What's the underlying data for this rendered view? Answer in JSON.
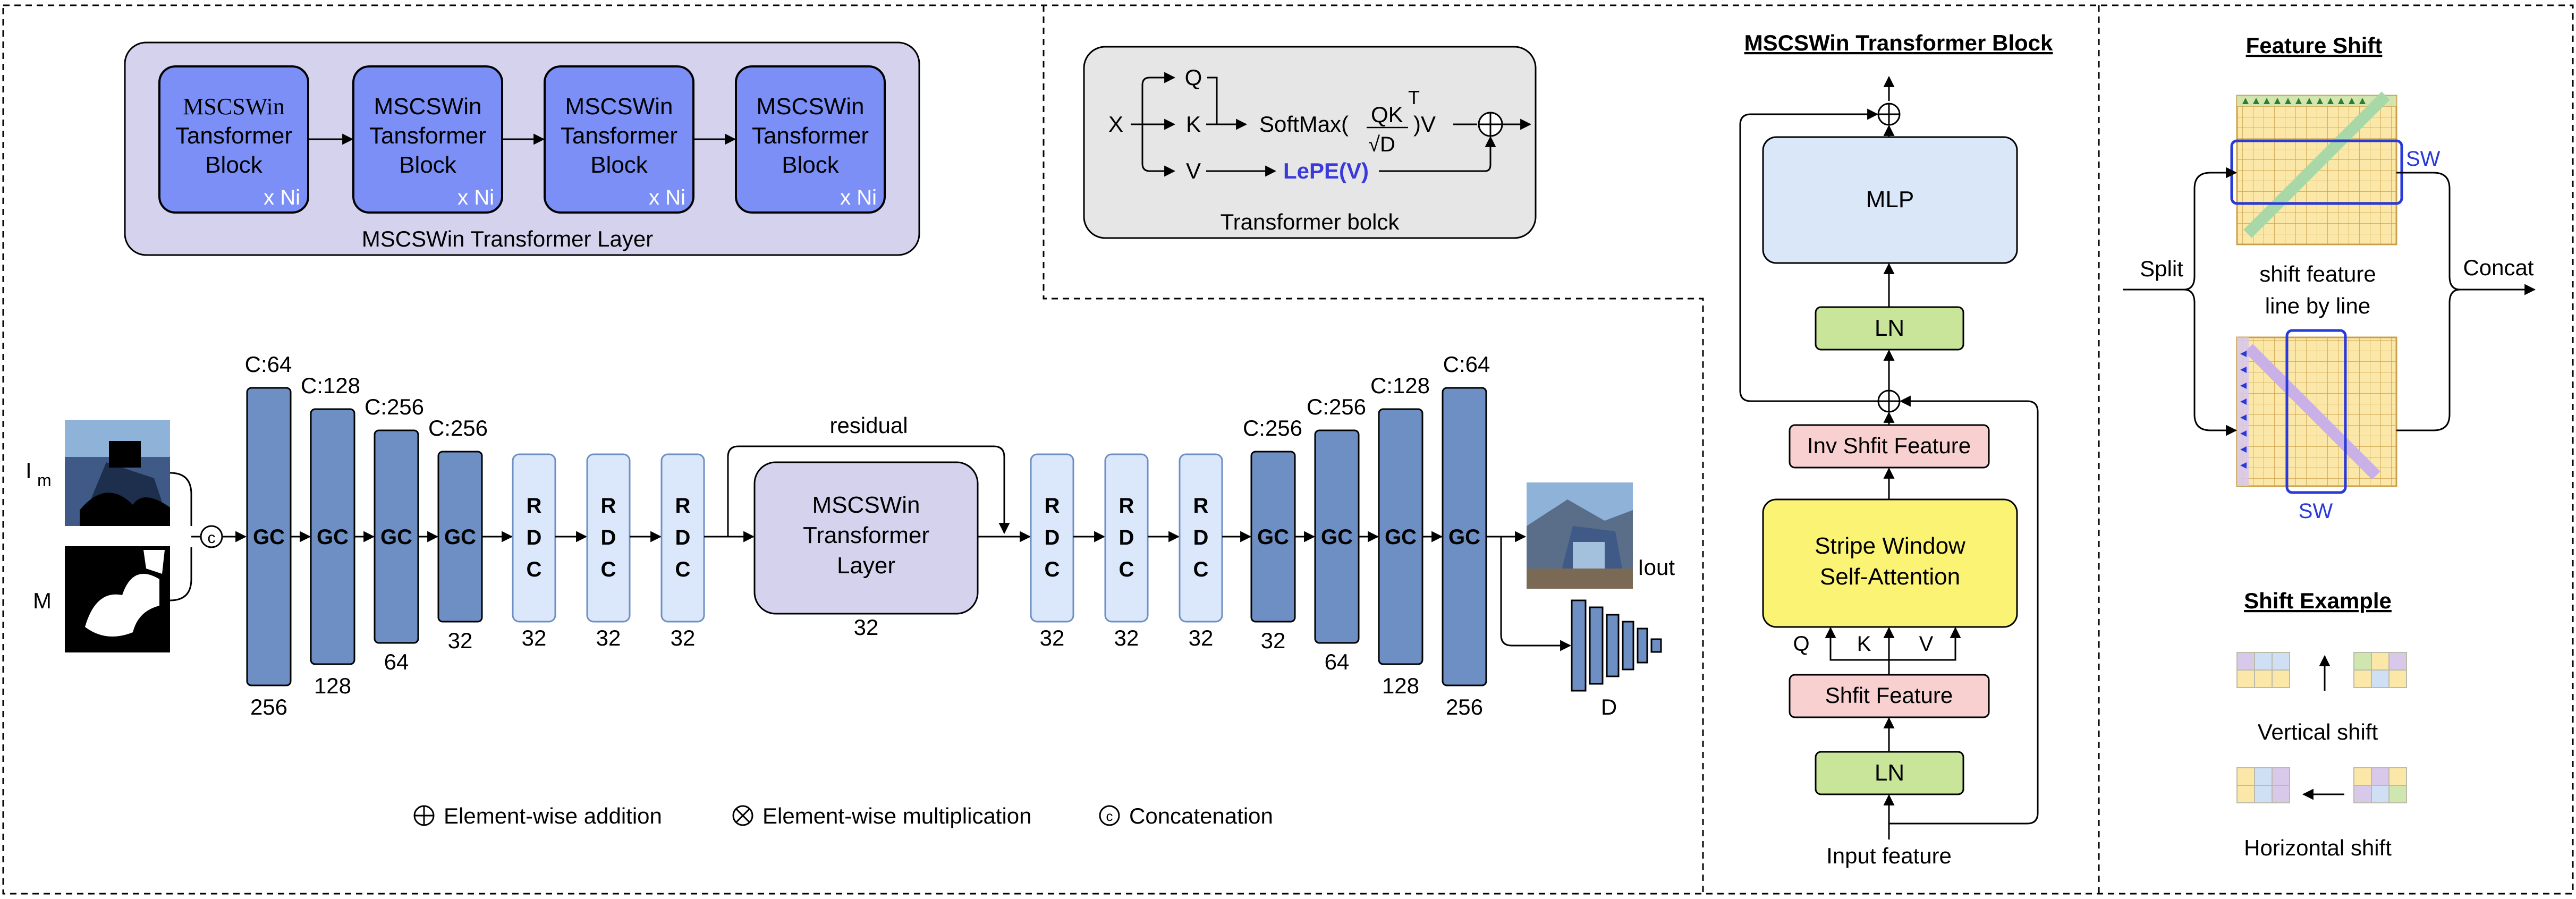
{
  "layer_panel": {
    "caption": "MSCSWin Transformer Layer",
    "blocks": [
      {
        "line1": "MSCSWin",
        "line2": "Tansformer",
        "line3": "Block",
        "repeat": "x Ni"
      },
      {
        "line1": "MSCSWin",
        "line2": "Tansformer",
        "line3": "Block",
        "repeat": "x Ni"
      },
      {
        "line1": "MSCSWin",
        "line2": "Tansformer",
        "line3": "Block",
        "repeat": "x Ni"
      },
      {
        "line1": "MSCSWin",
        "line2": "Tansformer",
        "line3": "Block",
        "repeat": "x Ni"
      }
    ]
  },
  "attention_panel": {
    "caption": "Transformer bolck",
    "x": "X",
    "q": "Q",
    "k": "K",
    "v": "V",
    "softmax_prefix": "SoftMax(",
    "qk": "QK",
    "sup_t": "T",
    "sqrt_d": "√D",
    "softmax_suffix": ")V",
    "lepe": "LePE(V)",
    "lepe_color": "#3a3adb"
  },
  "network": {
    "input_image_label": "I",
    "input_image_sub": "m",
    "mask_label": "M",
    "concat_symbol": "c",
    "encoder": [
      {
        "label": "GC",
        "channels": "C:64",
        "size": "256"
      },
      {
        "label": "GC",
        "channels": "C:128",
        "size": "128"
      },
      {
        "label": "GC",
        "channels": "C:256",
        "size": "64"
      },
      {
        "label": "GC",
        "channels": "C:256",
        "size": "32"
      }
    ],
    "rdc_before": [
      {
        "l1": "R",
        "l2": "D",
        "l3": "C",
        "size": "32"
      },
      {
        "l1": "R",
        "l2": "D",
        "l3": "C",
        "size": "32"
      },
      {
        "l1": "R",
        "l2": "D",
        "l3": "C",
        "size": "32"
      }
    ],
    "residual": "residual",
    "transformer": {
      "line1": "MSCSWin",
      "line2": "Transformer",
      "line3": "Layer",
      "size": "32"
    },
    "rdc_after": [
      {
        "l1": "R",
        "l2": "D",
        "l3": "C",
        "size": "32"
      },
      {
        "l1": "R",
        "l2": "D",
        "l3": "C",
        "size": "32"
      },
      {
        "l1": "R",
        "l2": "D",
        "l3": "C",
        "size": "32"
      }
    ],
    "decoder": [
      {
        "label": "GC",
        "channels": "C:256",
        "size": "32"
      },
      {
        "label": "GC",
        "channels": "C:256",
        "size": "64"
      },
      {
        "label": "GC",
        "channels": "C:128",
        "size": "128"
      },
      {
        "label": "GC",
        "channels": "C:64",
        "size": "256"
      }
    ],
    "output_label": "Iout",
    "discriminator_label": "D"
  },
  "legend": {
    "addition": "Element-wise addition",
    "multiplication": "Element-wise multiplication",
    "concatenation": "Concatenation"
  },
  "block_panel": {
    "title": "MSCSWin Transformer Block",
    "mlp": "MLP",
    "ln_top": "LN",
    "inv_shift": "Inv Shfit Feature",
    "swsa_line1": "Stripe Window",
    "swsa_line2": "Self-Attention",
    "q": "Q",
    "k": "K",
    "v": "V",
    "shift": "Shfit Feature",
    "ln_bottom": "LN",
    "input": "Input feature"
  },
  "shift_panel": {
    "title": "Feature Shift",
    "split": "Split",
    "concat": "Concat",
    "caption_line1": "shift feature",
    "caption_line2": "line by line",
    "sw_top": "SW",
    "sw_bottom": "SW",
    "example_title": "Shift Example",
    "vertical": "Vertical shift",
    "horizontal": "Horizontal shift"
  }
}
